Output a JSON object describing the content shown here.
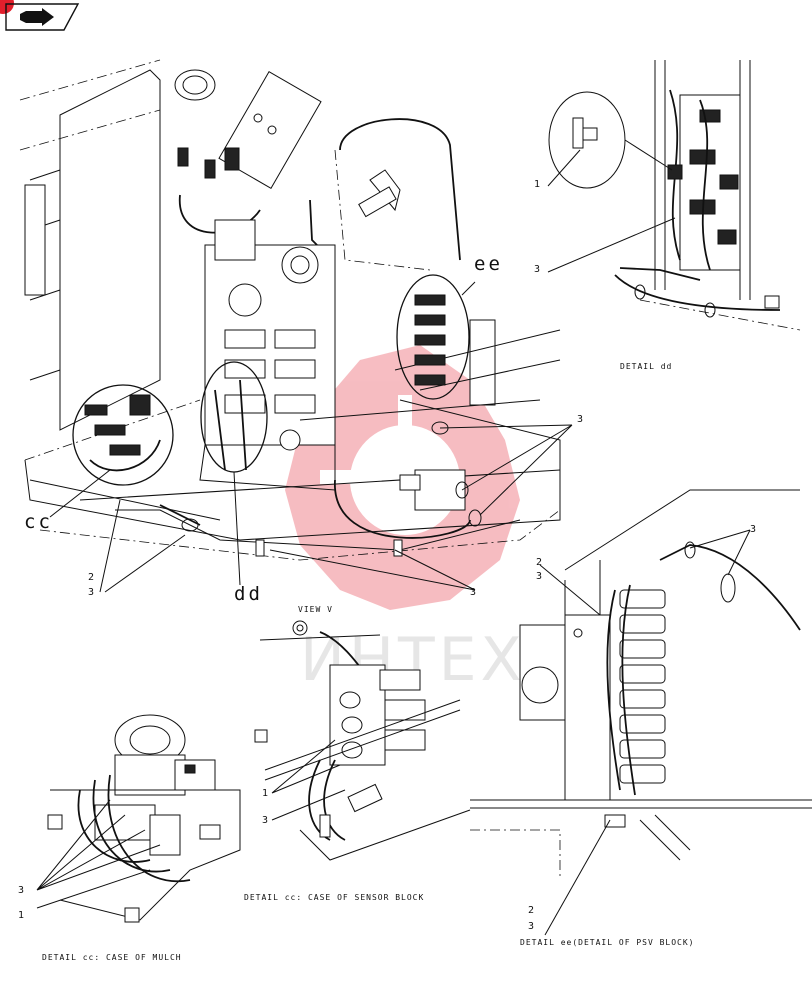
{
  "labels": {
    "cc_main": "cc",
    "dd_main": "dd",
    "ee_main": "ee",
    "view_v": "VIEW V",
    "detail_dd": "DETAIL dd",
    "detail_cc_mulch": "DETAIL  cc:    CASE OF MULCH",
    "detail_cc_sensor": "DETAIL  cc:    CASE OF SENSOR BLOCK",
    "detail_ee": "DETAIL  ee(DETAIL OF PSV BLOCK)"
  },
  "callouts": {
    "one": "1",
    "two": "2",
    "three": "3"
  },
  "watermark": "ИНТЕХ",
  "colors": {
    "line": "#111111",
    "watermark": "#e8424f",
    "corner_badge": "#e21f2c"
  },
  "icons": {
    "top_left_nav": "forward-arrow-icon"
  }
}
